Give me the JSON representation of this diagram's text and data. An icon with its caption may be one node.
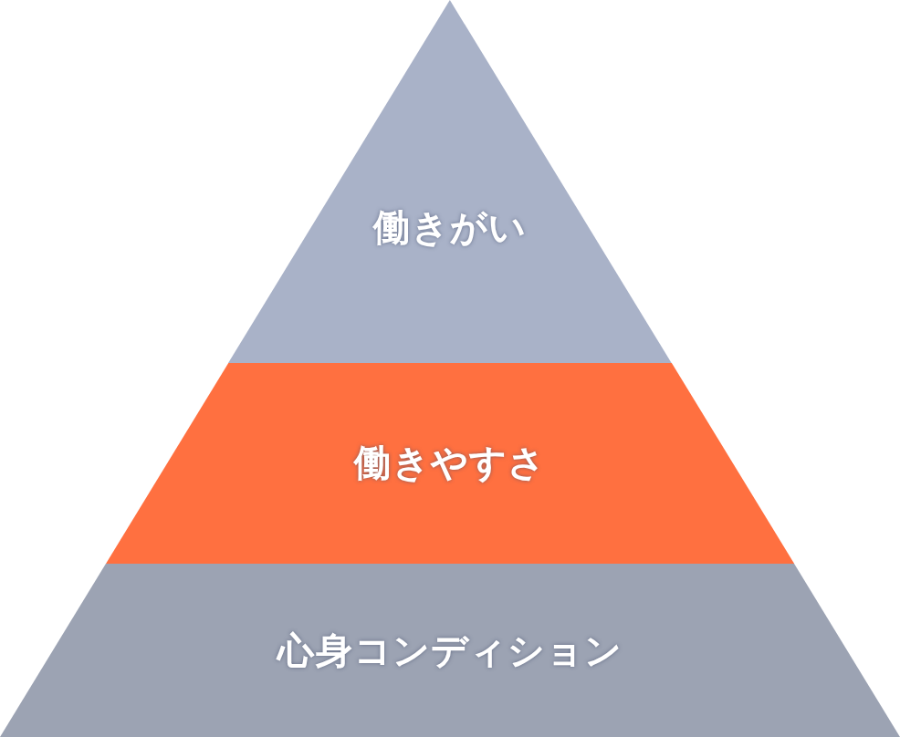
{
  "diagram": {
    "nodes": [
      {
        "text": [
          "働きがい"
        ]
      },
      {
        "text": [
          "働きやすさ"
        ]
      },
      {
        "text": [
          "心身コンディション"
        ]
      }
    ]
  }
}
